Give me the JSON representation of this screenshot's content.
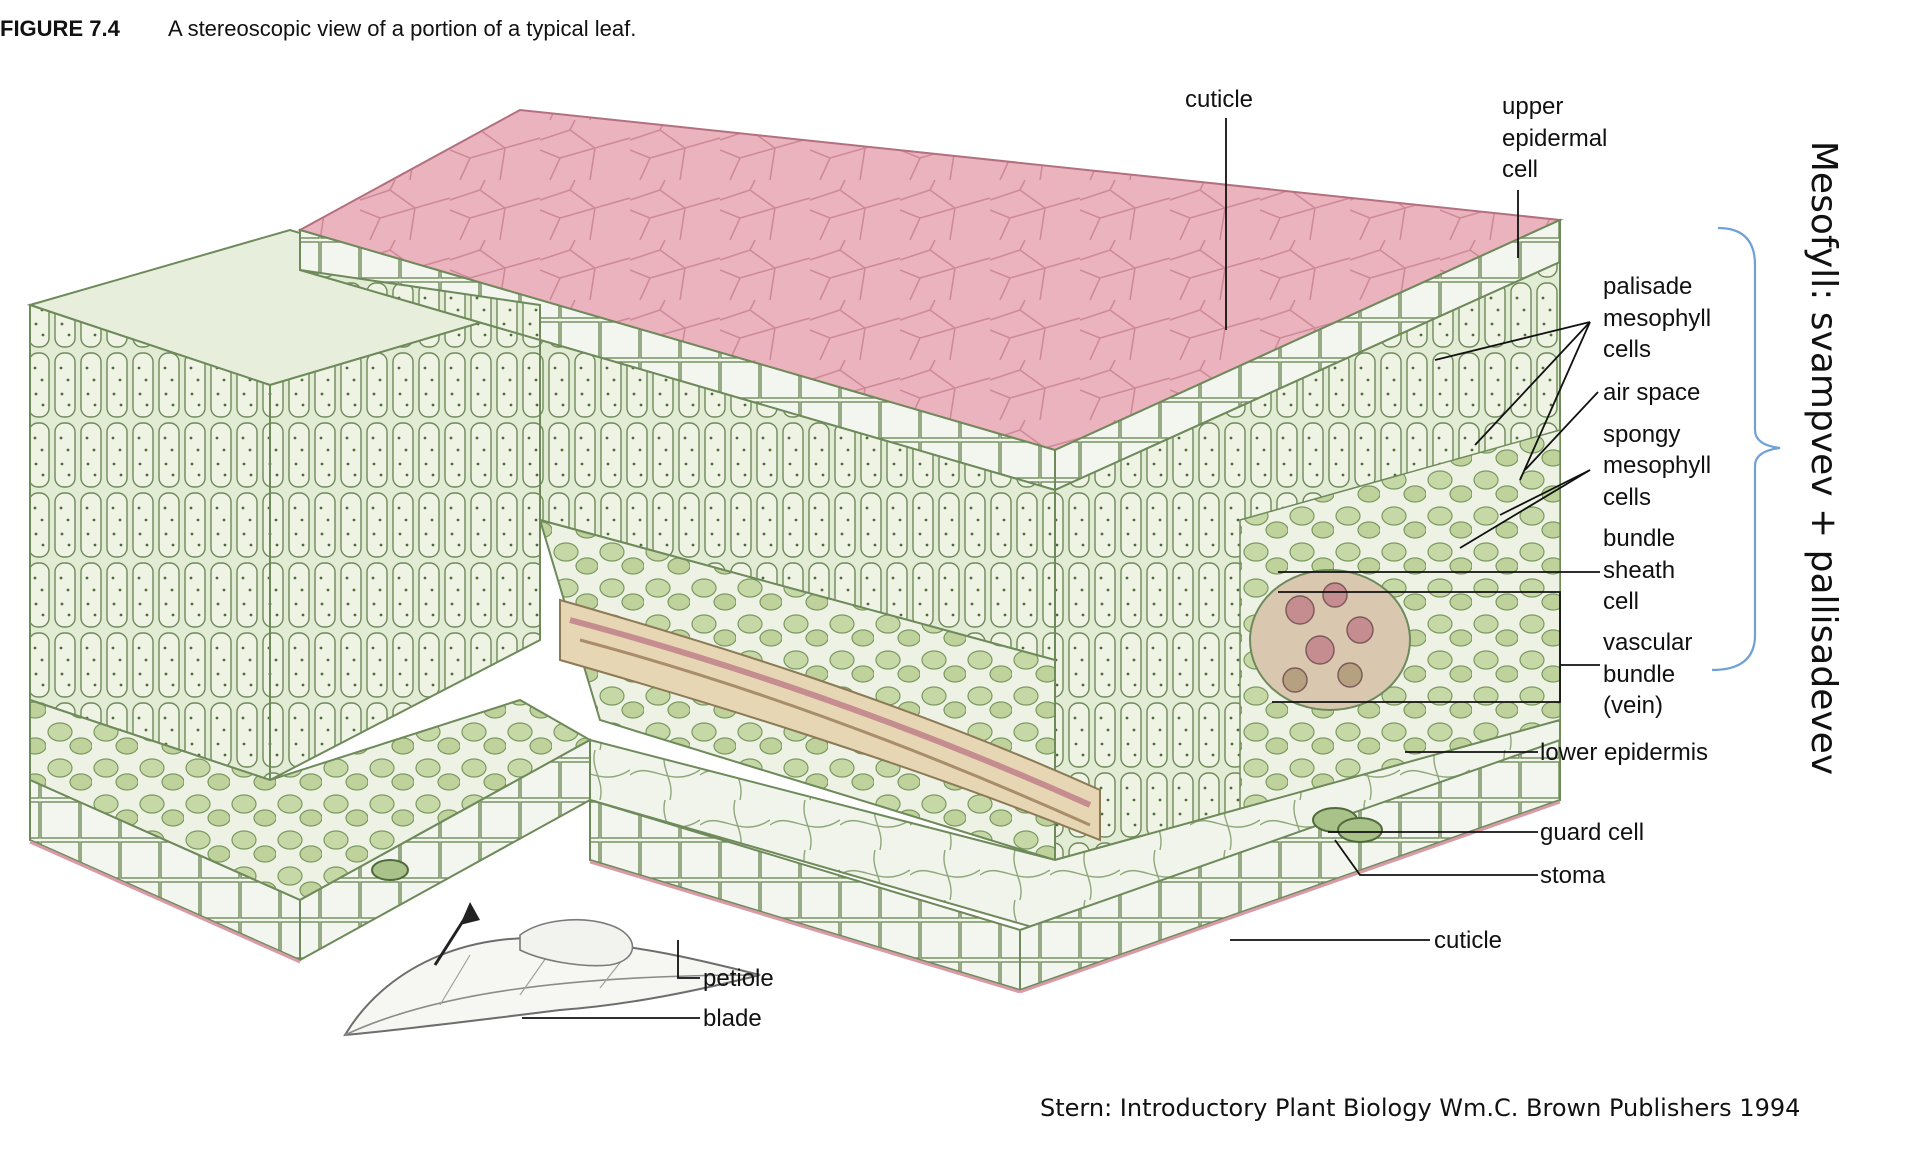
{
  "figure": {
    "number": "FIGURE 7.4",
    "caption": "A stereoscopic view of a portion of a typical leaf."
  },
  "labels": {
    "cuticle_top": "cuticle",
    "upper_epidermal": [
      "upper",
      "epidermal",
      "cell"
    ],
    "palisade": [
      "palisade",
      "mesophyll",
      "cells"
    ],
    "air_space": "air space",
    "spongy": [
      "spongy",
      "mesophyll",
      "cells"
    ],
    "bundle_sheath": [
      "bundle",
      "sheath",
      "cell"
    ],
    "vascular_bundle": [
      "vascular",
      "bundle",
      "(vein)"
    ],
    "lower_epidermis": "lower epidermis",
    "guard_cell": "guard cell",
    "stoma": "stoma",
    "cuticle_bottom": "cuticle",
    "petiole": "petiole",
    "blade": "blade"
  },
  "annotation": {
    "side_text": "Mesofyll: svampvev + pallisadevev",
    "bracket_color": "#6fa1d6"
  },
  "credit": "Stern: Introductory Plant Biology Wm.C. Brown Publishers 1994",
  "colors": {
    "cuticle_pink": "#e5a7b2",
    "mesophyll_green": "#d6e2c2",
    "cell_outline": "#6e8a5a",
    "spongy_green": "#c5d6a6",
    "vein_tan": "#e6d6b4"
  }
}
